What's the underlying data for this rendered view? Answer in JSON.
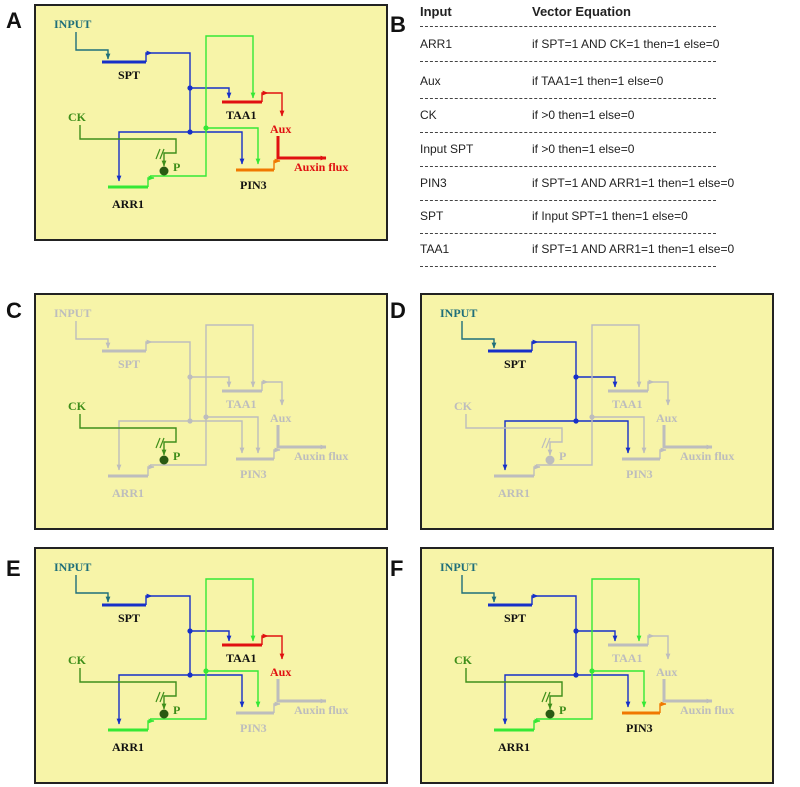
{
  "colors": {
    "panel_bg": "#f7f4a8",
    "input_teal": "#1f6f7a",
    "spt_blue": "#1730c8",
    "ck_green": "#3e8e1a",
    "arr_green": "#35e835",
    "taa_red": "#e01010",
    "pin_orange": "#f07800",
    "inactive_gray": "#bdbdbd",
    "text_dark": "#111111"
  },
  "panels": [
    {
      "letter": "A",
      "active": [
        "input",
        "spt",
        "ck",
        "arr1",
        "taa1",
        "aux",
        "pin3",
        "flux"
      ]
    },
    {
      "letter": "C",
      "active": [
        "ck"
      ]
    },
    {
      "letter": "D",
      "active": [
        "input",
        "spt"
      ]
    },
    {
      "letter": "E",
      "active": [
        "input",
        "spt",
        "ck",
        "arr1",
        "taa1",
        "aux"
      ]
    },
    {
      "letter": "F",
      "active": [
        "input",
        "spt",
        "ck",
        "arr1",
        "pin3"
      ]
    }
  ],
  "node_labels": {
    "input": "INPUT",
    "spt": "SPT",
    "ck": "CK",
    "taa1": "TAA1",
    "aux": "Aux",
    "arr1": "ARR1",
    "pin3": "PIN3",
    "flux": "Auxin flux",
    "p": "P"
  },
  "table": {
    "letter": "B",
    "header_input": "Input",
    "header_equation": "Vector Equation",
    "rows": [
      {
        "input": "ARR1",
        "equation": "if  SPT=1 AND CK=1 then=1 else=0"
      },
      {
        "input": "Aux",
        "equation": "if  TAA1=1 then=1 else=0"
      },
      {
        "input": "CK",
        "equation": "if  >0 then=1 else=0"
      },
      {
        "input": "Input SPT",
        "equation": "if  >0 then=1 else=0"
      },
      {
        "input": "PIN3",
        "equation": "if  SPT=1 AND ARR1=1 then=1 else=0"
      },
      {
        "input": "SPT",
        "equation": "if  Input SPT=1 then=1 else=0"
      },
      {
        "input": "TAA1",
        "equation": "if  SPT=1 AND ARR1=1 then=1 else=0"
      }
    ]
  }
}
